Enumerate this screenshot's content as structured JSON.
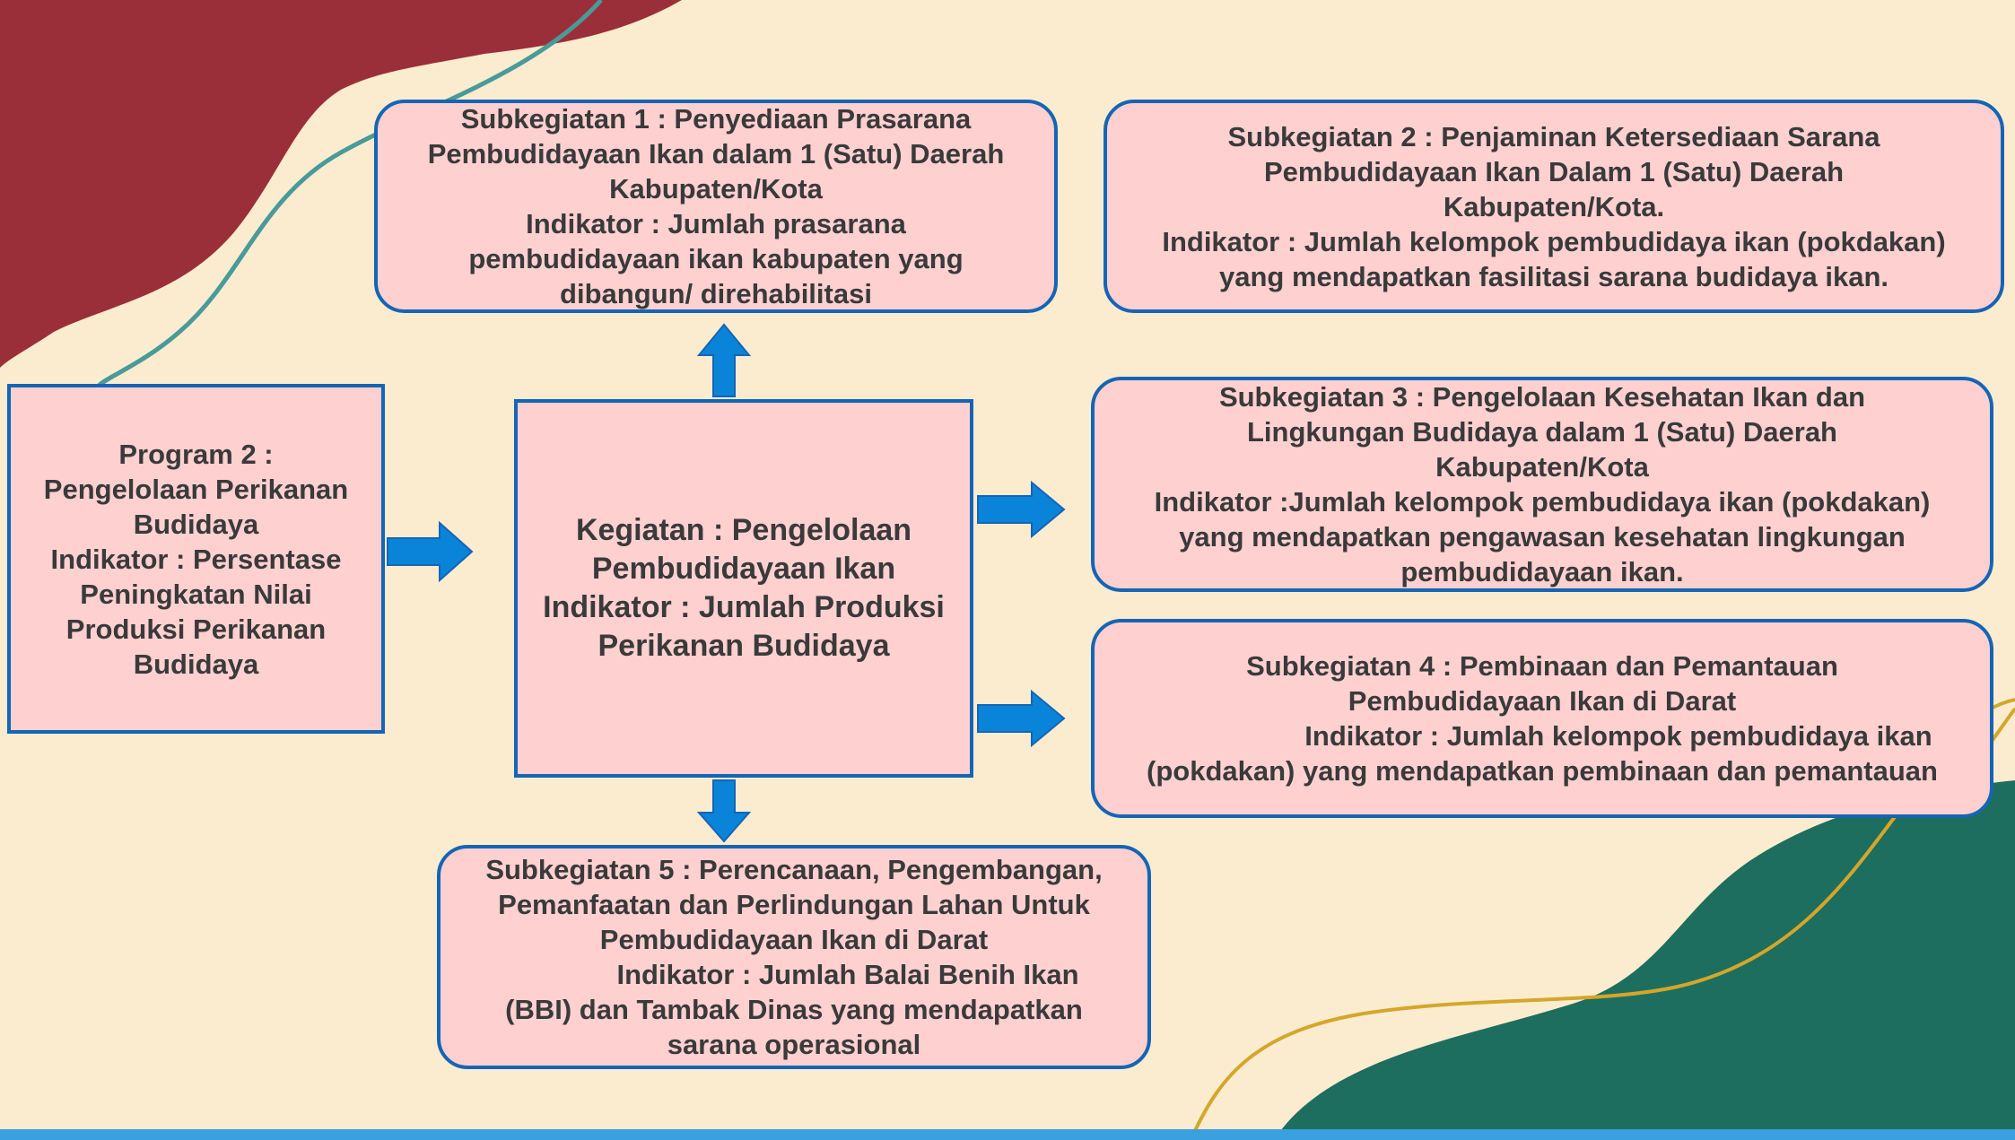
{
  "colors": {
    "background": "#fbecd0",
    "box_fill": "#ffd0d0",
    "box_border": "#1565b5",
    "arrow_fill": "#0a84d8",
    "decor_maroon": "#9b2f39",
    "decor_teal": "#1d6e5e",
    "decor_gold": "#d4a62a"
  },
  "program": {
    "lines": [
      "Program 2 :",
      "Pengelolaan Perikanan",
      "Budidaya",
      "Indikator : Persentase",
      "Peningkatan Nilai",
      "Produksi Perikanan",
      "Budidaya"
    ]
  },
  "kegiatan": {
    "lines": [
      "Kegiatan : Pengelolaan",
      "Pembudidayaan Ikan",
      "Indikator : Jumlah Produksi",
      "Perikanan Budidaya"
    ]
  },
  "subkegiatan": [
    {
      "lines": [
        "Subkegiatan 1 : Penyediaan Prasarana",
        "Pembudidayaan Ikan dalam 1 (Satu) Daerah",
        "Kabupaten/Kota",
        "Indikator : Jumlah prasarana",
        "pembudidayaan ikan kabupaten yang",
        "dibangun/ direhabilitasi"
      ]
    },
    {
      "lines": [
        "Subkegiatan 2 :  Penjaminan Ketersediaan Sarana",
        "Pembudidayaan Ikan Dalam 1 (Satu) Daerah",
        "Kabupaten/Kota.",
        "Indikator : Jumlah kelompok pembudidaya ikan (pokdakan)",
        "yang mendapatkan fasilitasi sarana budidaya ikan."
      ]
    },
    {
      "lines": [
        "Subkegiatan 3 : Pengelolaan Kesehatan Ikan dan",
        "Lingkungan Budidaya dalam 1 (Satu) Daerah",
        "Kabupaten/Kota",
        "Indikator :Jumlah kelompok pembudidaya ikan (pokdakan)",
        "yang mendapatkan pengawasan kesehatan lingkungan",
        "pembudidayaan ikan."
      ]
    },
    {
      "lines": [
        "Subkegiatan 4 : Pembinaan dan Pemantauan",
        "Pembudidayaan Ikan di Darat",
        "Indikator : Jumlah kelompok pembudidaya ikan",
        "(pokdakan) yang mendapatkan pembinaan dan pemantauan"
      ]
    },
    {
      "lines": [
        "Subkegiatan 5 : Perencanaan, Pengembangan,",
        "Pemanfaatan dan Perlindungan Lahan Untuk",
        "Pembudidayaan Ikan di Darat",
        "Indikator : Jumlah Balai Benih Ikan",
        "(BBI) dan Tambak Dinas yang mendapatkan",
        "sarana operasional"
      ]
    }
  ]
}
